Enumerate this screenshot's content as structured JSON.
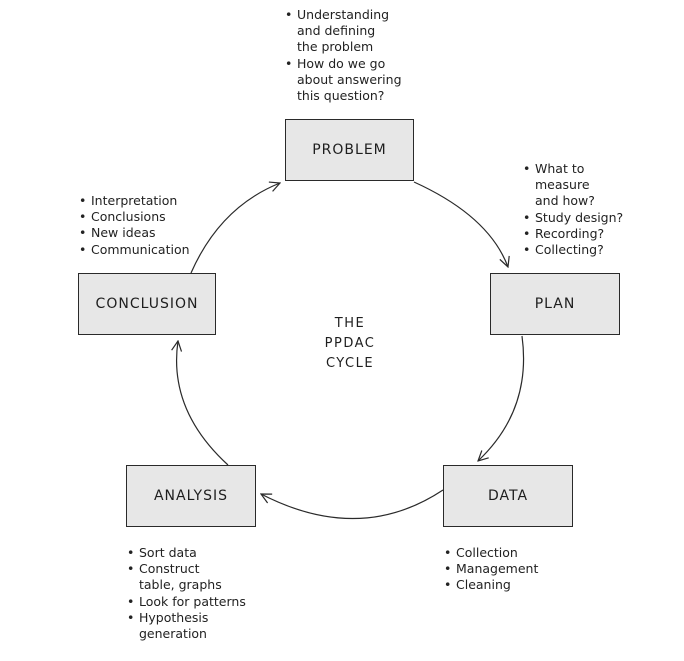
{
  "stages": {
    "problem": "PROBLEM",
    "plan": "PLAN",
    "data": "DATA",
    "analysis": "ANALYSIS",
    "conclusion": "CONCLUSION"
  },
  "center": [
    "THE",
    "PPDAC",
    "CYCLE"
  ],
  "notes": {
    "problem": [
      "Understanding\nand defining\nthe problem",
      "How do we go\nabout answering\nthis question?"
    ],
    "plan": [
      "What to\nmeasure\nand how?",
      "Study design?",
      "Recording?",
      "Collecting?"
    ],
    "data": [
      "Collection",
      "Management",
      "Cleaning"
    ],
    "analysis": [
      "Sort data",
      "Construct\ntable, graphs",
      "Look for patterns",
      "Hypothesis\ngeneration"
    ],
    "conclusion": [
      "Interpretation",
      "Conclusions",
      "New ideas",
      "Communication"
    ]
  }
}
